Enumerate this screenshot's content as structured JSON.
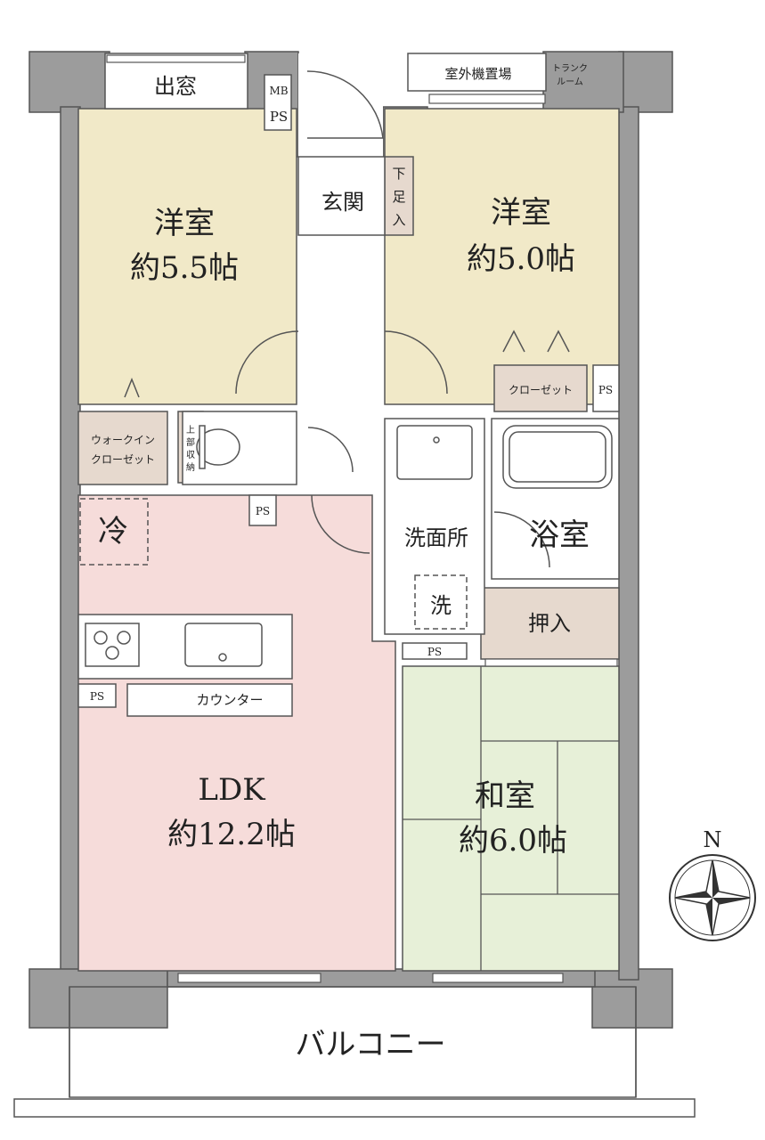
{
  "rooms": {
    "western1": {
      "name": "洋室",
      "area": "約5.5帖"
    },
    "western2": {
      "name": "洋室",
      "area": "約5.0帖"
    },
    "ldk": {
      "name": "LDK",
      "area": "約12.2帖"
    },
    "japanese": {
      "name": "和室",
      "area": "約6.0帖"
    },
    "entrance": "玄関",
    "shoe_storage": [
      "下",
      "足",
      "入"
    ],
    "washroom": "洗面所",
    "bath": "浴室",
    "oshiire": "押入",
    "closet": "クローゼット",
    "wic": [
      "ウォークイン",
      "クローゼット"
    ],
    "upper_storage": [
      "上",
      "部",
      "収",
      "納"
    ],
    "counter": "カウンター",
    "balcony": "バルコニー",
    "bay_window": "出窓",
    "outdoor_unit": "室外機置場",
    "trunk_room": [
      "トランク",
      "ルーム"
    ],
    "mb": "MB",
    "ps": "PS",
    "fridge": "冷",
    "washer": "洗"
  },
  "compass": {
    "north": "N"
  },
  "colors": {
    "western": "#f1e9c8",
    "ldk": "#f6dcda",
    "japanese": "#e7f0d8",
    "storage": "#e6d9ce",
    "wall": "#9c9c9c"
  }
}
